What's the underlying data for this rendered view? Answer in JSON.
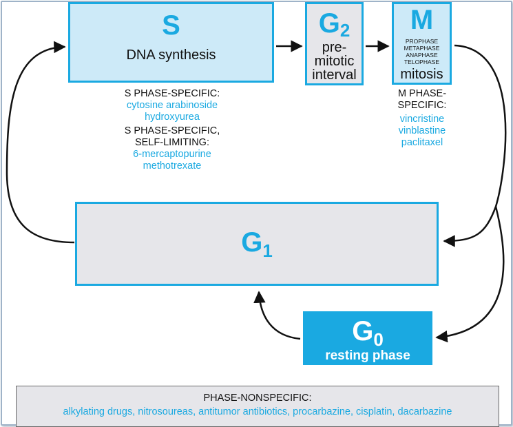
{
  "colors": {
    "accent": "#1aa9e1",
    "light_fill": "#cdeaf8",
    "gray_fill": "#e6e6ea"
  },
  "s_phase": {
    "letter": "S",
    "subtitle": "DNA synthesis"
  },
  "g2_phase": {
    "letter": "G",
    "subscript": "2",
    "lines": [
      "pre-",
      "mitotic",
      "interval"
    ]
  },
  "m_phase": {
    "letter": "M",
    "subphases": [
      "PROPHASE",
      "METAPHASE",
      "ANAPHASE",
      "TELOPHASE"
    ],
    "subtitle": "mitosis"
  },
  "g1_phase": {
    "letter": "G",
    "subscript": "1"
  },
  "g0_phase": {
    "letter": "G",
    "subscript": "0",
    "subtitle": "resting phase"
  },
  "s_notes": {
    "heading1": "S PHASE-SPECIFIC:",
    "drugs1": [
      "cytosine arabinoside",
      "hydroxyurea"
    ],
    "heading2_line1": "S PHASE-SPECIFIC,",
    "heading2_line2": "SELF-LIMITING:",
    "drugs2": [
      "6-mercaptopurine",
      "methotrexate"
    ]
  },
  "m_notes": {
    "heading_line1": "M PHASE-",
    "heading_line2": "SPECIFIC:",
    "drugs": [
      "vincristine",
      "vinblastine",
      "paclitaxel"
    ]
  },
  "nonspecific": {
    "heading": "PHASE-NONSPECIFIC:",
    "drugs": "alkylating drugs, nitrosoureas, antitumor antibiotics, procarbazine, cisplatin, dacarbazine"
  }
}
